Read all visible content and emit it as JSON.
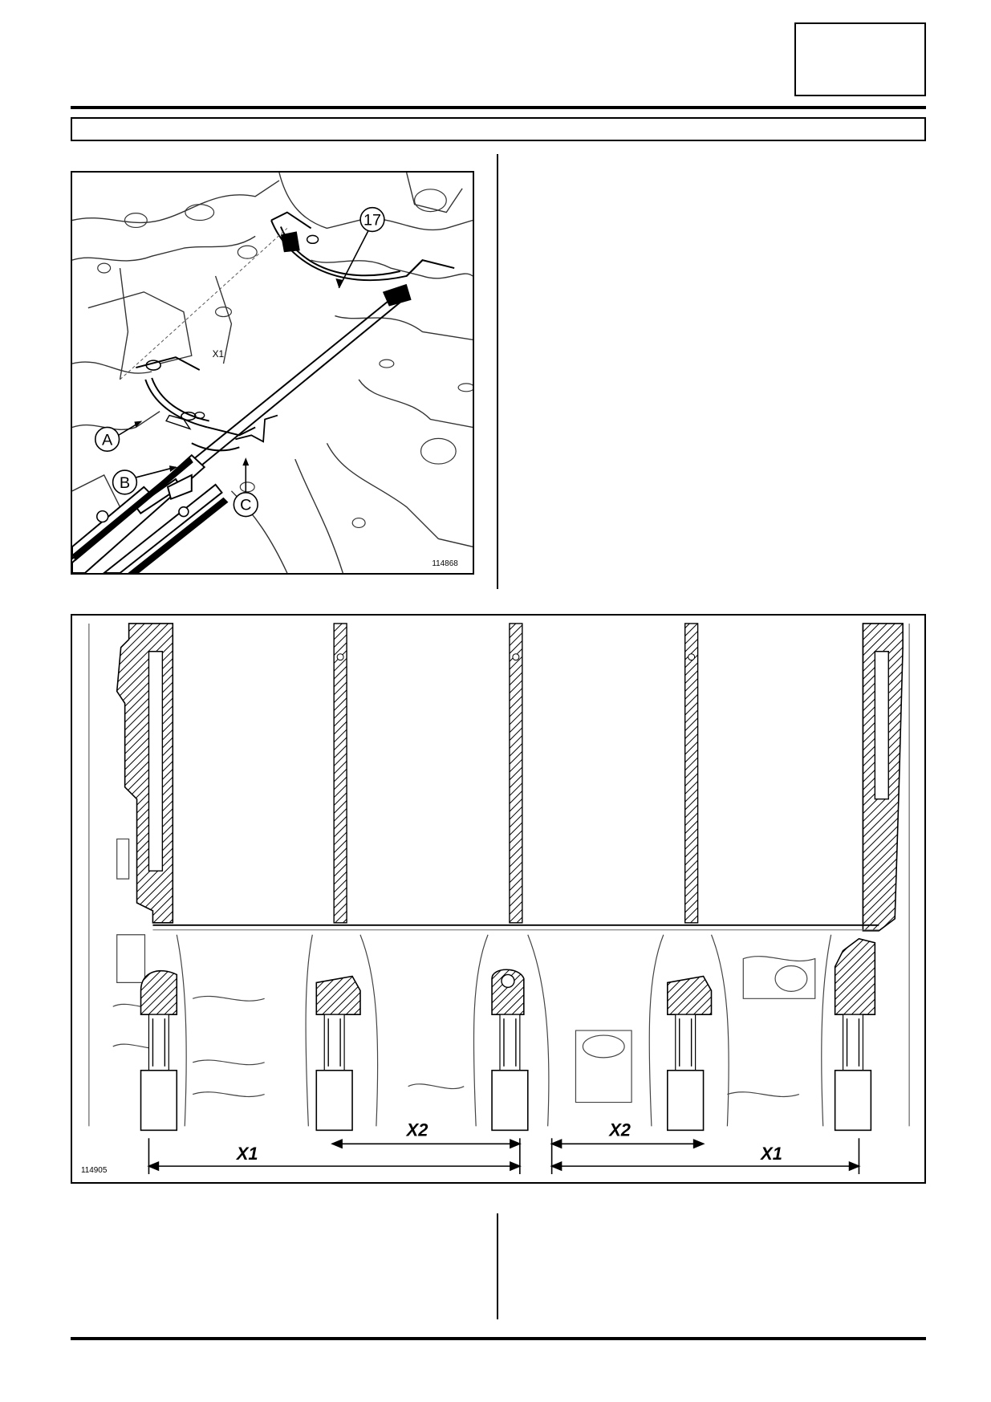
{
  "figure1": {
    "reference": "114868",
    "callouts": {
      "part": "17",
      "a": "A",
      "b": "B",
      "c": "C"
    },
    "dimension_label": "X1"
  },
  "figure2": {
    "reference": "114905",
    "dimensions": [
      "X1",
      "X2",
      "X2",
      "X1"
    ]
  }
}
